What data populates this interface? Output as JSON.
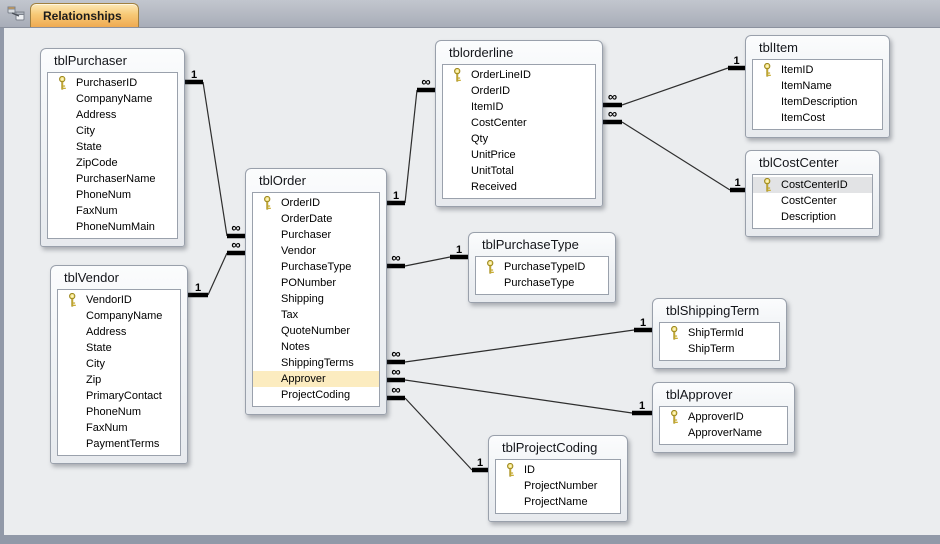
{
  "window": {
    "tab": {
      "label": "Relationships"
    }
  },
  "colors": {
    "tab_active": "#f2b35e",
    "canvas_bg": "#ebedef",
    "chrome_edge": "#9199a8",
    "row_highlight_orange": "#fcecc0",
    "row_highlight_gray": "#e2e3e5",
    "key_gold": "#c9ad35",
    "line_color": "#2e2e2e"
  },
  "tables": [
    {
      "name": "tblPurchaser",
      "fields": [
        {
          "name": "PurchaserID",
          "key": true
        },
        {
          "name": "CompanyName"
        },
        {
          "name": "Address"
        },
        {
          "name": "City"
        },
        {
          "name": "State"
        },
        {
          "name": "ZipCode"
        },
        {
          "name": "PurchaserName"
        },
        {
          "name": "PhoneNum"
        },
        {
          "name": "FaxNum"
        },
        {
          "name": "PhoneNumMain"
        }
      ]
    },
    {
      "name": "tblVendor",
      "fields": [
        {
          "name": "VendorID",
          "key": true
        },
        {
          "name": "CompanyName"
        },
        {
          "name": "Address"
        },
        {
          "name": "State"
        },
        {
          "name": "City"
        },
        {
          "name": "Zip"
        },
        {
          "name": "PrimaryContact"
        },
        {
          "name": "PhoneNum"
        },
        {
          "name": "FaxNum"
        },
        {
          "name": "PaymentTerms"
        }
      ]
    },
    {
      "name": "tblOrder",
      "fields": [
        {
          "name": "OrderID",
          "key": true
        },
        {
          "name": "OrderDate"
        },
        {
          "name": "Purchaser"
        },
        {
          "name": "Vendor"
        },
        {
          "name": "PurchaseType"
        },
        {
          "name": "PONumber"
        },
        {
          "name": "Shipping"
        },
        {
          "name": "Tax"
        },
        {
          "name": "QuoteNumber"
        },
        {
          "name": "Notes"
        },
        {
          "name": "ShippingTerms"
        },
        {
          "name": "Approver",
          "highlight": "orange"
        },
        {
          "name": "ProjectCoding"
        }
      ]
    },
    {
      "name": "tblorderline",
      "fields": [
        {
          "name": "OrderLineID",
          "key": true
        },
        {
          "name": "OrderID"
        },
        {
          "name": "ItemID"
        },
        {
          "name": "CostCenter"
        },
        {
          "name": "Qty"
        },
        {
          "name": "UnitPrice"
        },
        {
          "name": "UnitTotal"
        },
        {
          "name": "Received"
        }
      ]
    },
    {
      "name": "tblPurchaseType",
      "fields": [
        {
          "name": "PurchaseTypeID",
          "key": true
        },
        {
          "name": "PurchaseType"
        }
      ]
    },
    {
      "name": "tblItem",
      "fields": [
        {
          "name": "ItemID",
          "key": true
        },
        {
          "name": "ItemName"
        },
        {
          "name": "ItemDescription"
        },
        {
          "name": "ItemCost"
        }
      ]
    },
    {
      "name": "tblCostCenter",
      "fields": [
        {
          "name": "CostCenterID",
          "key": true,
          "highlight": "gray"
        },
        {
          "name": "CostCenter"
        },
        {
          "name": "Description"
        }
      ]
    },
    {
      "name": "tblShippingTerm",
      "fields": [
        {
          "name": "ShipTermId",
          "key": true
        },
        {
          "name": "ShipTerm"
        }
      ]
    },
    {
      "name": "tblApprover",
      "fields": [
        {
          "name": "ApproverID",
          "key": true
        },
        {
          "name": "ApproverName"
        }
      ]
    },
    {
      "name": "tblProjectCoding",
      "fields": [
        {
          "name": "ID",
          "key": true
        },
        {
          "name": "ProjectNumber"
        },
        {
          "name": "ProjectName"
        }
      ]
    }
  ],
  "relationships": [
    {
      "from": "tblPurchaser",
      "from_cardinality": "1",
      "to": "tblOrder",
      "to_cardinality": "∞"
    },
    {
      "from": "tblVendor",
      "from_cardinality": "1",
      "to": "tblOrder",
      "to_cardinality": "∞"
    },
    {
      "from": "tblOrder",
      "from_cardinality": "1",
      "to": "tblorderline",
      "to_cardinality": "∞"
    },
    {
      "from": "tblOrder",
      "from_cardinality": "∞",
      "to": "tblPurchaseType",
      "to_cardinality": "1"
    },
    {
      "from": "tblOrder",
      "from_cardinality": "∞",
      "to": "tblShippingTerm",
      "to_cardinality": "1"
    },
    {
      "from": "tblOrder",
      "from_cardinality": "∞",
      "to": "tblApprover",
      "to_cardinality": "1"
    },
    {
      "from": "tblOrder",
      "from_cardinality": "∞",
      "to": "tblProjectCoding",
      "to_cardinality": "1"
    },
    {
      "from": "tblorderline",
      "from_cardinality": "∞",
      "to": "tblItem",
      "to_cardinality": "1"
    },
    {
      "from": "tblorderline",
      "from_cardinality": "∞",
      "to": "tblCostCenter",
      "to_cardinality": "1"
    }
  ]
}
